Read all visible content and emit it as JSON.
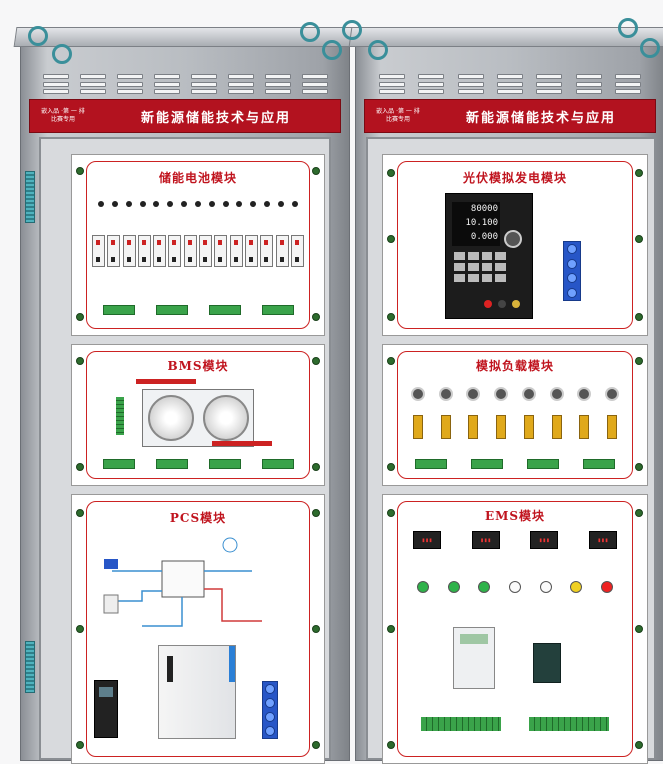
{
  "header_small": "嵌入品 ·第 一 排\n比赛专用",
  "header_title": "新能源储能技术与应用",
  "panels": {
    "battery": {
      "title": "储能电池模块"
    },
    "bms": {
      "title": "BMS模块"
    },
    "pcs": {
      "title": "PCS模块"
    },
    "pv": {
      "title": "光伏模拟发电模块"
    },
    "load": {
      "title": "模拟负载模块"
    },
    "ems": {
      "title": "EMS模块"
    }
  },
  "pv_display": {
    "line1": "80000",
    "line2": "10.100",
    "line3": "0.000"
  },
  "colors": {
    "header_red": "#b3121f",
    "title_red": "#c0141e",
    "terminal_green": "#3aa34a",
    "blue_module": "#2756c7"
  }
}
